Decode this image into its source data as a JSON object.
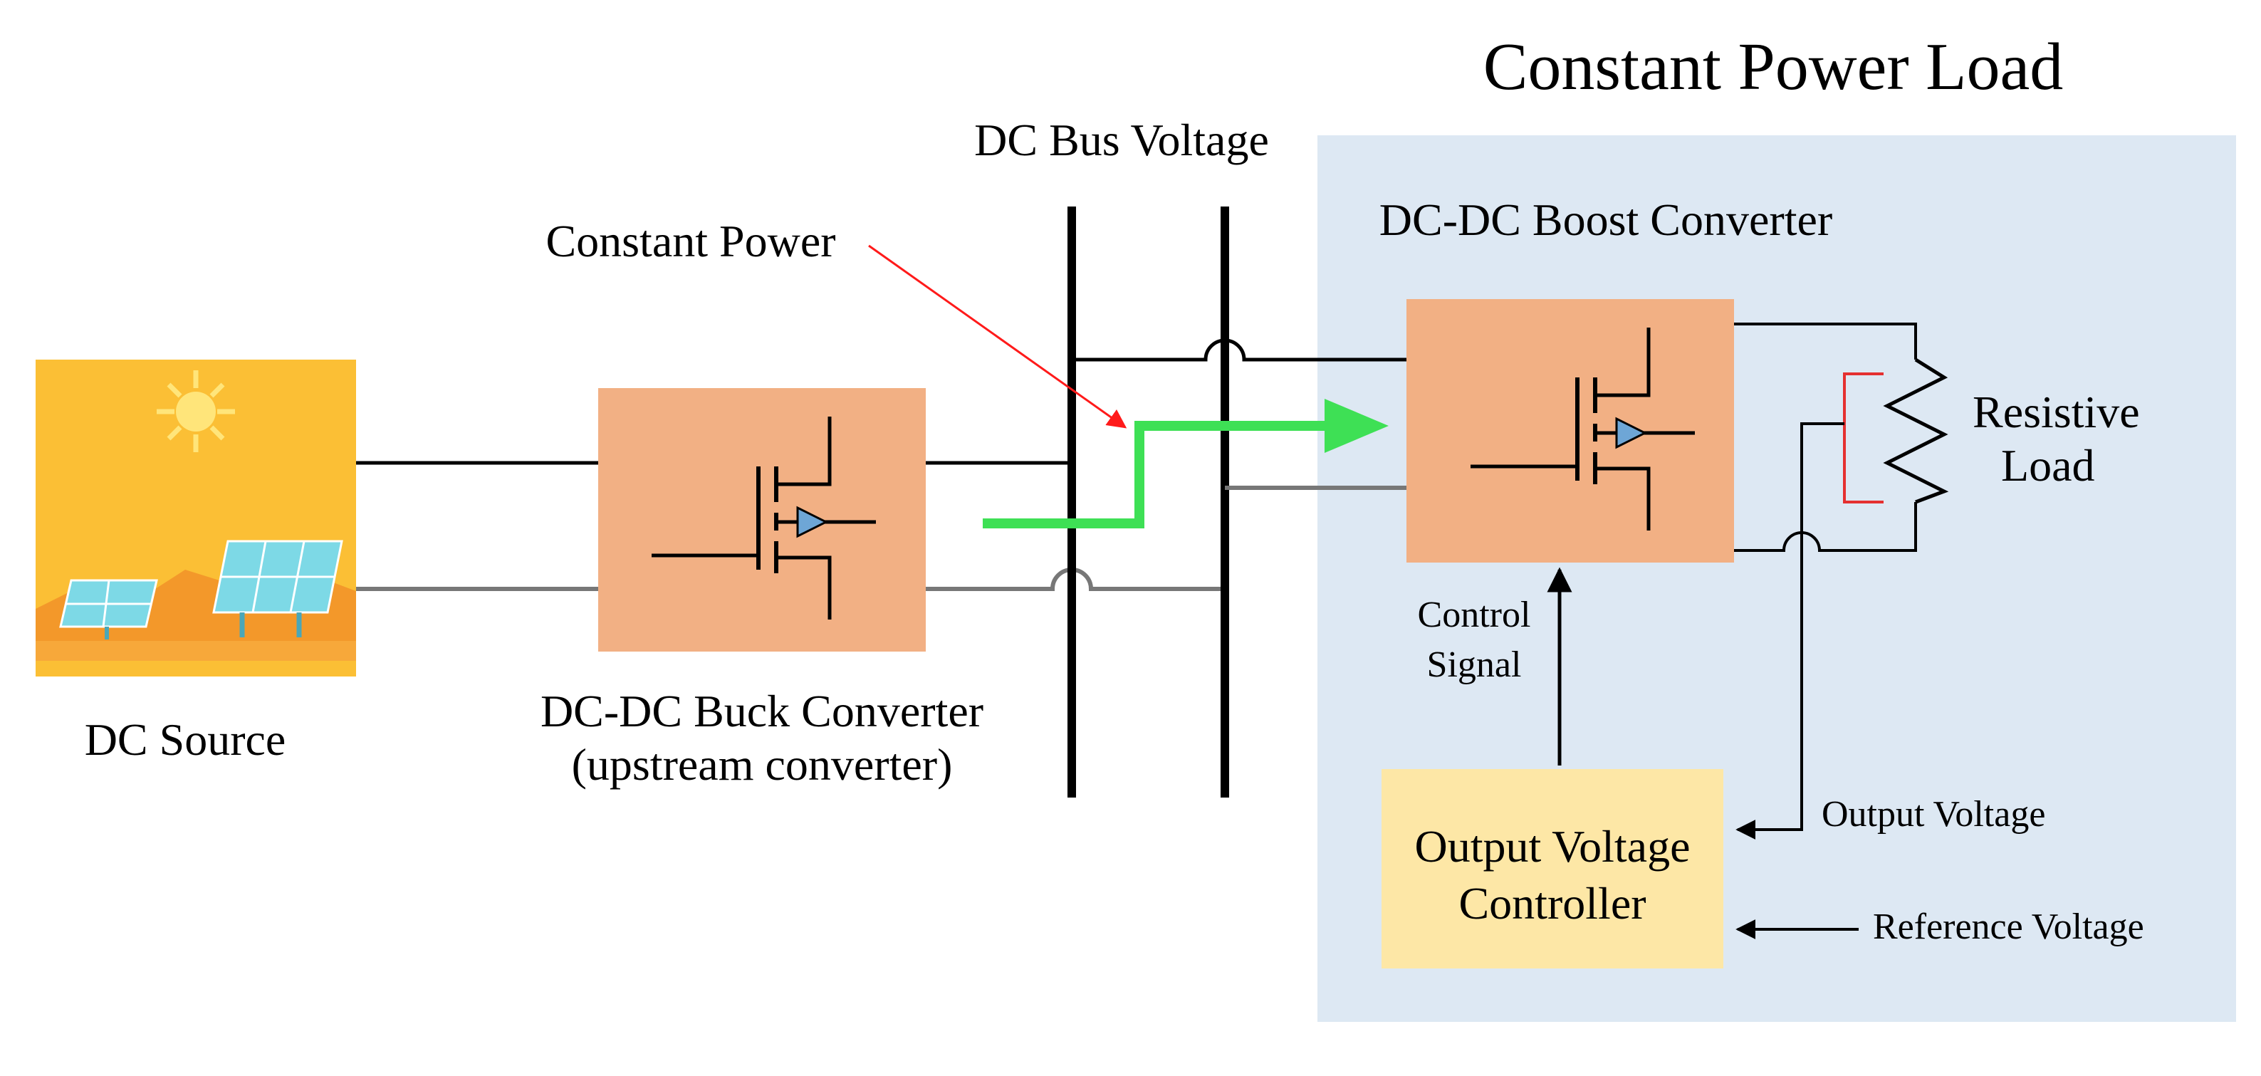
{
  "title": "Constant Power Load",
  "labels": {
    "dc_source": "DC Source",
    "buck_line1": "DC-DC Buck Converter",
    "buck_line2": "(upstream converter)",
    "dc_bus": "DC Bus Voltage",
    "constant_power": "Constant Power",
    "boost": "DC-DC Boost Converter",
    "resistive_line1": "Resistive",
    "resistive_line2": "Load",
    "control_line1": "Control",
    "control_line2": "Signal",
    "controller_line1": "Output Voltage",
    "controller_line2": "Controller",
    "output_voltage": "Output Voltage",
    "reference_voltage": "Reference Voltage"
  },
  "colors": {
    "cpl_panel": "#dde8f3",
    "converter_box": "#f2b084",
    "controller_box": "#fde7a6",
    "power_flow": "#3ee055",
    "annotation_arrow": "#ff1a1a",
    "sky": "#fbbf35",
    "ground": "#f3982a",
    "solar_panel": "#7dd9e6",
    "wire_dark": "#000000",
    "wire_gray": "#777777",
    "sensor": "#e53030"
  },
  "icons": {
    "source": "solar-panel-icon",
    "switch": "mosfet-icon",
    "load": "resistor-icon"
  }
}
